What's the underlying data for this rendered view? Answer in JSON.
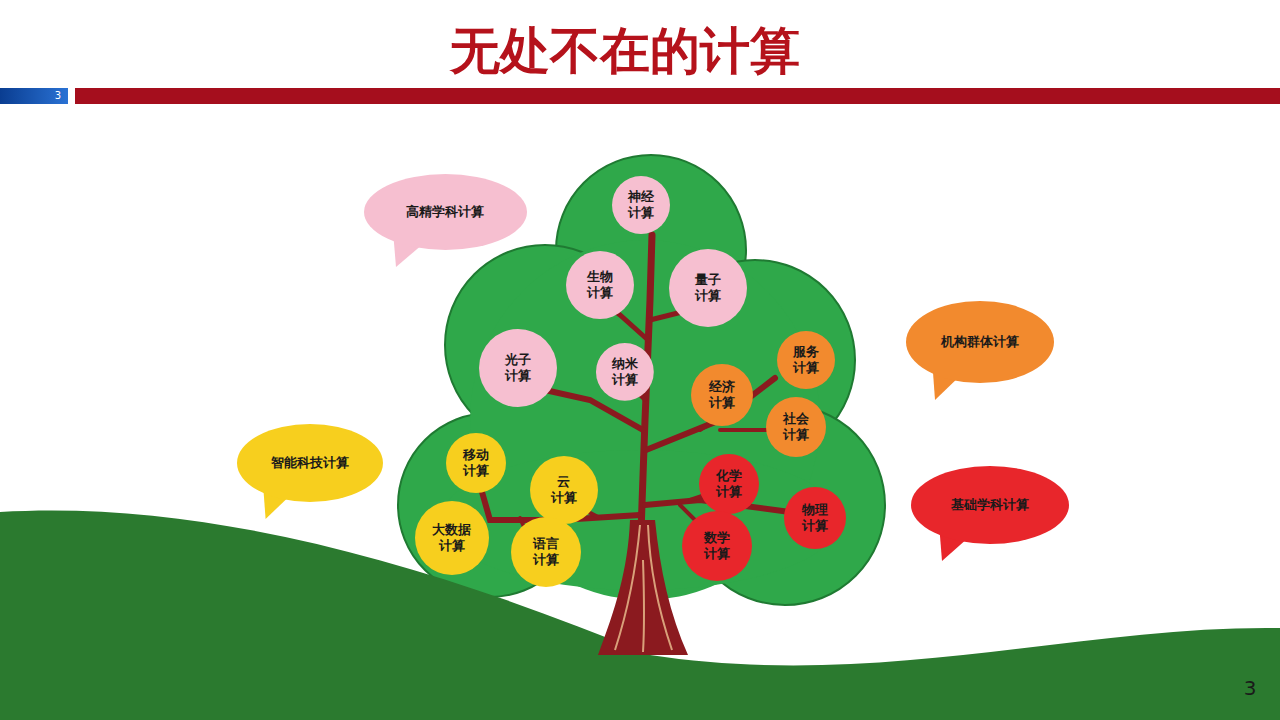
{
  "diagram": {
    "title": "无处不在的计算",
    "nodes": [
      {
        "text": [
          "高精学科计算"
        ]
      },
      {
        "text": [
          "神经 计算"
        ]
      },
      {
        "text": [
          "生物 计算"
        ]
      },
      {
        "text": [
          "量子 计算"
        ]
      },
      {
        "text": [
          "光子 计算"
        ]
      },
      {
        "text": [
          "纳米 计算"
        ]
      },
      {
        "text": [
          "服务 计算"
        ]
      },
      {
        "text": [
          "机构群体计算"
        ]
      },
      {
        "text": [
          "经济 计算"
        ]
      },
      {
        "text": [
          "社会 计算"
        ]
      },
      {
        "text": [
          "智能科技计算"
        ]
      },
      {
        "text": [
          "移动 计算"
        ]
      },
      {
        "text": [
          "云 计算"
        ]
      },
      {
        "text": [
          "化学 计算"
        ]
      },
      {
        "text": [
          "物理 计算"
        ]
      },
      {
        "text": [
          "基础学科计算"
        ]
      },
      {
        "text": [
          "大数据 计算"
        ]
      },
      {
        "text": [
          "语言 计算"
        ]
      },
      {
        "text": [
          "数学 计算"
        ]
      }
    ],
    "edges": [],
    "labels": [
      "3",
      "3"
    ]
  }
}
